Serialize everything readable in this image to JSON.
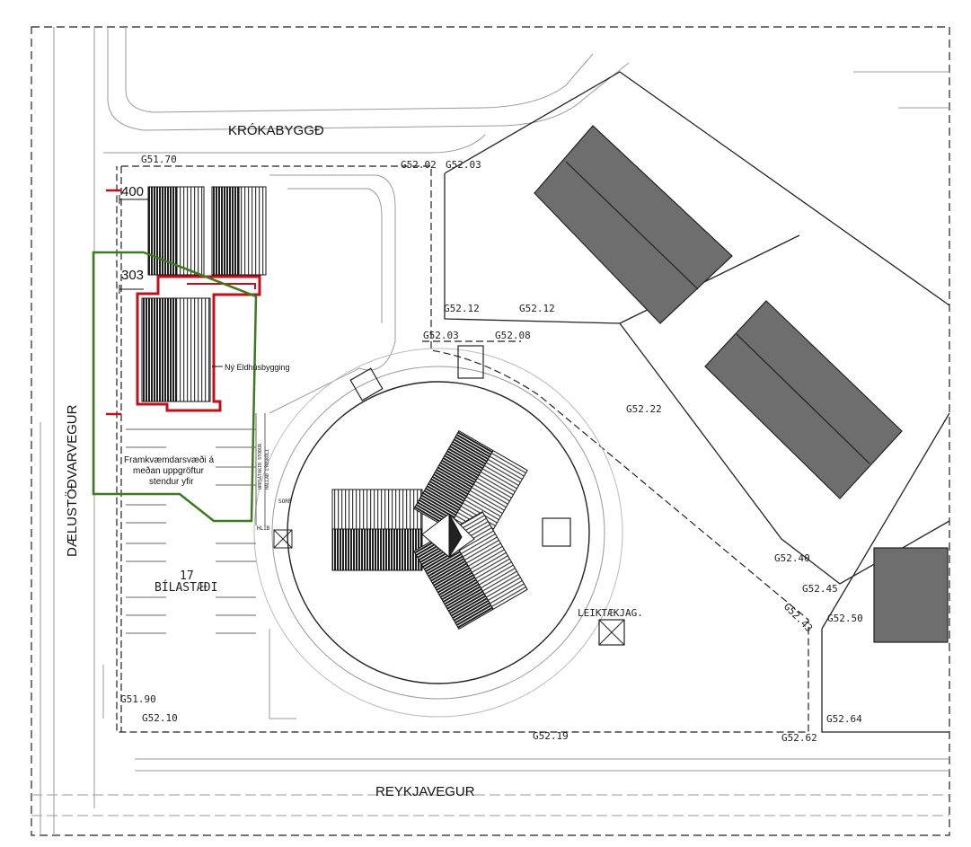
{
  "streets": {
    "north": "KRÓKABYGGÐ",
    "west": "DÆLUSTÖÐVARVEGUR",
    "south": "REYKJAVEGUR"
  },
  "dimensions": {
    "upper": "400",
    "lower": "303"
  },
  "labels": {
    "new_building": "Ný Eldhúsbygging",
    "work_area": [
      "Framkvæmdarsvæði á",
      "meðan uppgröftur",
      "stendur yfir"
    ],
    "parking_count": "17",
    "parking": "BÍLASTÆÐI",
    "playground": "LEIKTÆKJAG.",
    "sorp": "SORP",
    "hlid": "HLIÐ",
    "stoep_1": "UPPSÁTAKIR STOÐUR",
    "stoep_2": "HALLAÐ LÝÐSKÓLI"
  },
  "elevations": {
    "g5170": "G51.70",
    "g5202": "G52.02",
    "g5203a": "G52.03",
    "g5212a": "G52.12",
    "g5212b": "G52.12",
    "g5203b": "G52.03",
    "g5208": "G52.08",
    "g5222": "G52.22",
    "g5240": "G52.40",
    "g5245": "G52.45",
    "g5243": "G52.43",
    "g5250": "G52.50",
    "g5264": "G52.64",
    "g5262": "G52.62",
    "g5219": "G52.19",
    "g5210": "G52.10",
    "g5190": "G51.90"
  },
  "colors": {
    "work_area_outline": "#3d7a1f",
    "new_building_outline": "#c0101a",
    "building_fill": "#6e6e6e",
    "roof_dark": "#262626"
  }
}
